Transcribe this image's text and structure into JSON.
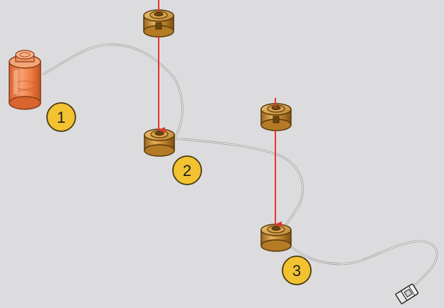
{
  "steps": [
    {
      "number": "1"
    },
    {
      "number": "2"
    },
    {
      "number": "3"
    }
  ],
  "colors": {
    "background": "#dcdcde",
    "badge_fill": "#f2c230",
    "badge_stroke": "#4a3a10",
    "arrow": "#e8332e",
    "cable": "#f4f4f4",
    "cable_edge": "#9a9a9a",
    "gold_light": "#e9b861",
    "gold_mid": "#c98f34",
    "gold_dark": "#8a5a18",
    "orange_light": "#f6a77a",
    "orange_mid": "#ef7f45",
    "orange_dark": "#b9521f"
  },
  "icons": {
    "light_brick": "transparent-orange-round-brick-icon",
    "fiber_unit": "gold-fiber-optic-unit-icon",
    "connector": "cable-plug-connector-icon",
    "arrow": "downward-assembly-arrow-icon"
  }
}
